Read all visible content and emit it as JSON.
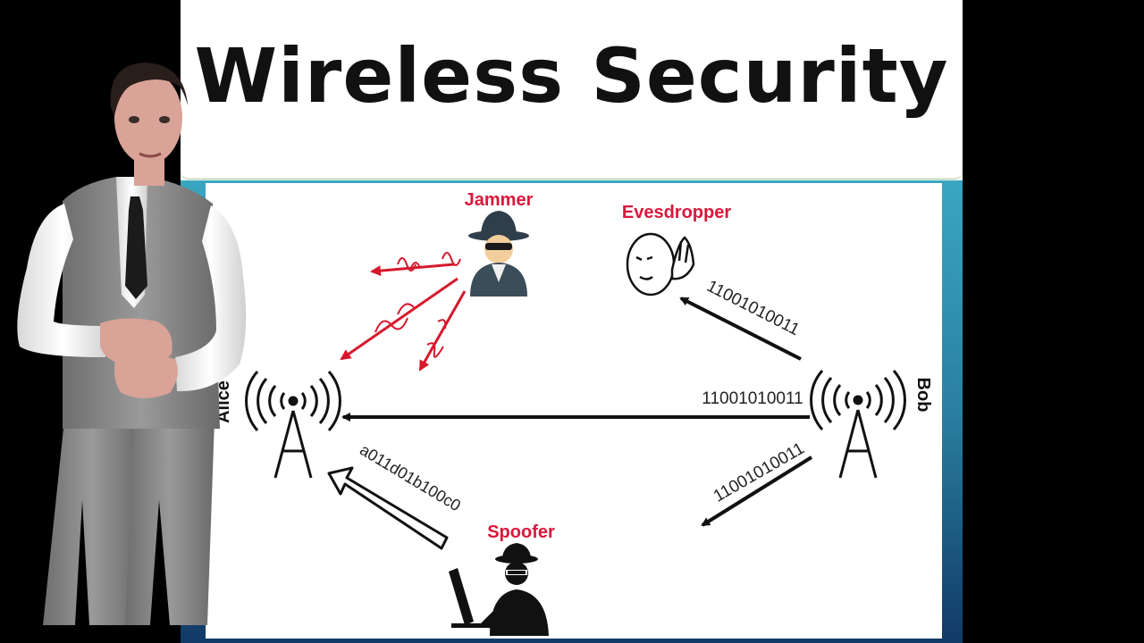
{
  "slide": {
    "title": "Wireless Security"
  },
  "diagram": {
    "nodes": {
      "alice": "Alice",
      "bob": "Bob",
      "jammer": "Jammer",
      "eavesdropper": "Evesdropper",
      "spoofer": "Spoofer"
    },
    "messages": {
      "bob_to_alice": "11001010011",
      "bob_to_eavesdropper": "11001010011",
      "bob_to_spoofer": "11001010011",
      "spoofer_to_alice": "a011d01b100c0"
    },
    "colors": {
      "attacker_label": "#d9183b",
      "jam_signal": "#d6182c",
      "arrow": "#111111",
      "frame_top": "#3aa6c1",
      "frame_bottom": "#113a66"
    },
    "icons": {
      "alice": "radio-tower-icon",
      "bob": "radio-tower-icon",
      "jammer": "spy-hat-icon",
      "eavesdropper": "listening-face-icon",
      "spoofer": "hacker-computer-icon"
    }
  }
}
